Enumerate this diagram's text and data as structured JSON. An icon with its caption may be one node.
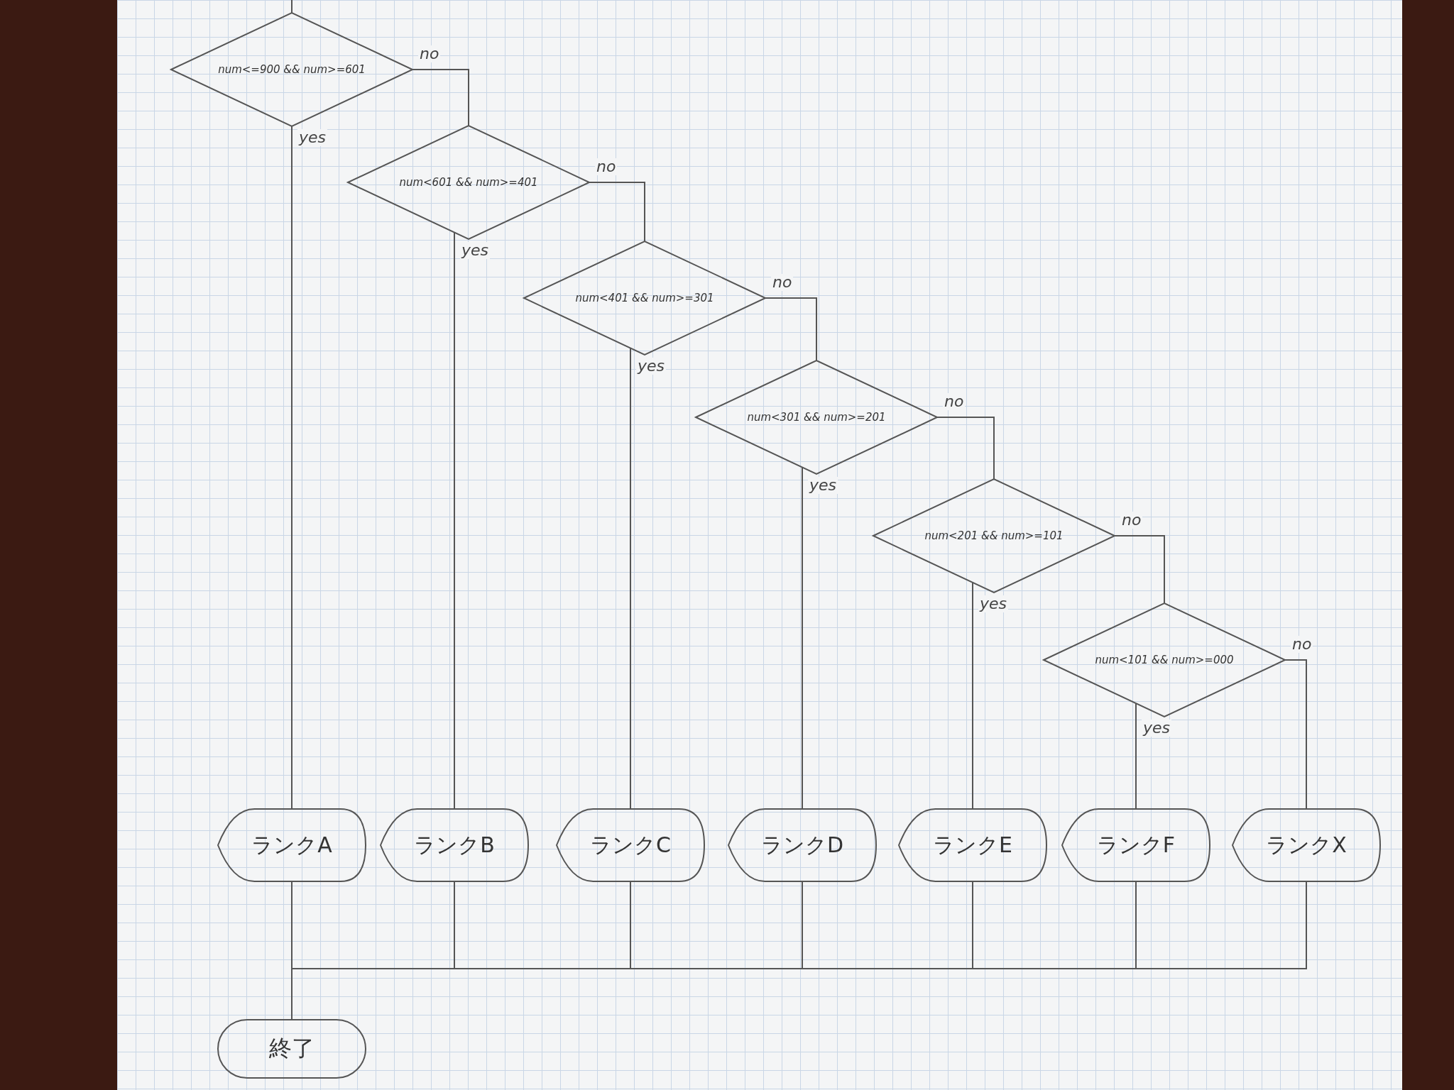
{
  "diagram": {
    "nodes": [
      {
        "text": [
          "num<=900 && num>=601"
        ]
      },
      {
        "text": [
          "num<601 && num>=401"
        ]
      },
      {
        "text": [
          "num<401 && num>=301"
        ]
      },
      {
        "text": [
          "num<301 && num>=201"
        ]
      },
      {
        "text": [
          "num<201 && num>=101"
        ]
      },
      {
        "text": [
          "num<101 && num>=000"
        ]
      },
      {
        "text": [
          "ランクA"
        ]
      },
      {
        "text": [
          "ランクB"
        ]
      },
      {
        "text": [
          "ランクC"
        ]
      },
      {
        "text": [
          "ランクD"
        ]
      },
      {
        "text": [
          "ランクE"
        ]
      },
      {
        "text": [
          "ランクF"
        ]
      },
      {
        "text": [
          "ランクX"
        ]
      },
      {
        "text": [
          "終了"
        ]
      }
    ],
    "edges": [
      {
        "from": null,
        "to": 0,
        "arrow": "none"
      },
      {
        "from": 0,
        "to": 1,
        "arrow": "none",
        "label": "no"
      },
      {
        "from": 0,
        "to": 6,
        "arrow": "none",
        "label": "yes"
      },
      {
        "from": 1,
        "to": 2,
        "arrow": "none",
        "label": "no"
      },
      {
        "from": 1,
        "to": 7,
        "arrow": "none",
        "label": "yes"
      },
      {
        "from": 2,
        "to": 3,
        "arrow": "none",
        "label": "no"
      },
      {
        "from": 2,
        "to": 8,
        "arrow": "none",
        "label": "yes"
      },
      {
        "from": 3,
        "to": 4,
        "arrow": "none",
        "label": "no"
      },
      {
        "from": 3,
        "to": 9,
        "arrow": "none",
        "label": "yes"
      },
      {
        "from": 4,
        "to": 5,
        "arrow": "none",
        "label": "no"
      },
      {
        "from": 4,
        "to": 10,
        "arrow": "none",
        "label": "yes"
      },
      {
        "from": 5,
        "to": 11,
        "arrow": "none",
        "label": "yes"
      },
      {
        "from": 5,
        "to": 12,
        "arrow": "none",
        "label": "no"
      },
      {
        "from": 6,
        "to": 13,
        "arrow": "none"
      },
      {
        "from": 7,
        "to": 13,
        "arrow": "none"
      },
      {
        "from": 8,
        "to": 13,
        "arrow": "none"
      },
      {
        "from": 9,
        "to": 13,
        "arrow": "none"
      },
      {
        "from": 10,
        "to": 13,
        "arrow": "none"
      },
      {
        "from": 11,
        "to": 13,
        "arrow": "none"
      },
      {
        "from": 12,
        "to": 13,
        "arrow": "none"
      }
    ]
  }
}
